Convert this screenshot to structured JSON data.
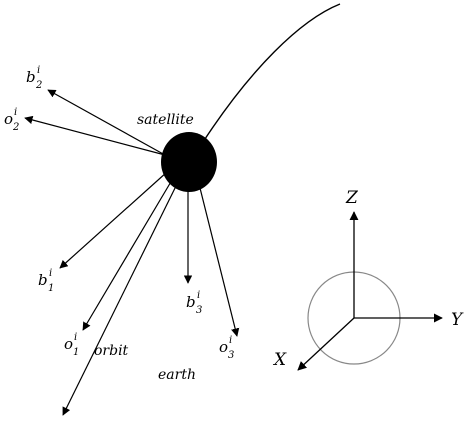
{
  "labels": {
    "satellite": "satellite",
    "orbit": "orbit",
    "earth": "earth"
  },
  "vectors": [
    {
      "id": "b2",
      "base": "b",
      "sub": "2",
      "sup": "i"
    },
    {
      "id": "o2",
      "base": "o",
      "sub": "2",
      "sup": "i"
    },
    {
      "id": "b1",
      "base": "b",
      "sub": "1",
      "sup": "i"
    },
    {
      "id": "o1",
      "base": "o",
      "sub": "1",
      "sup": "i"
    },
    {
      "id": "b3",
      "base": "b",
      "sub": "3",
      "sup": "i"
    },
    {
      "id": "o3",
      "base": "o",
      "sub": "3",
      "sup": "i"
    }
  ],
  "axes": {
    "z": "Z",
    "y": "Y",
    "x": "X"
  }
}
